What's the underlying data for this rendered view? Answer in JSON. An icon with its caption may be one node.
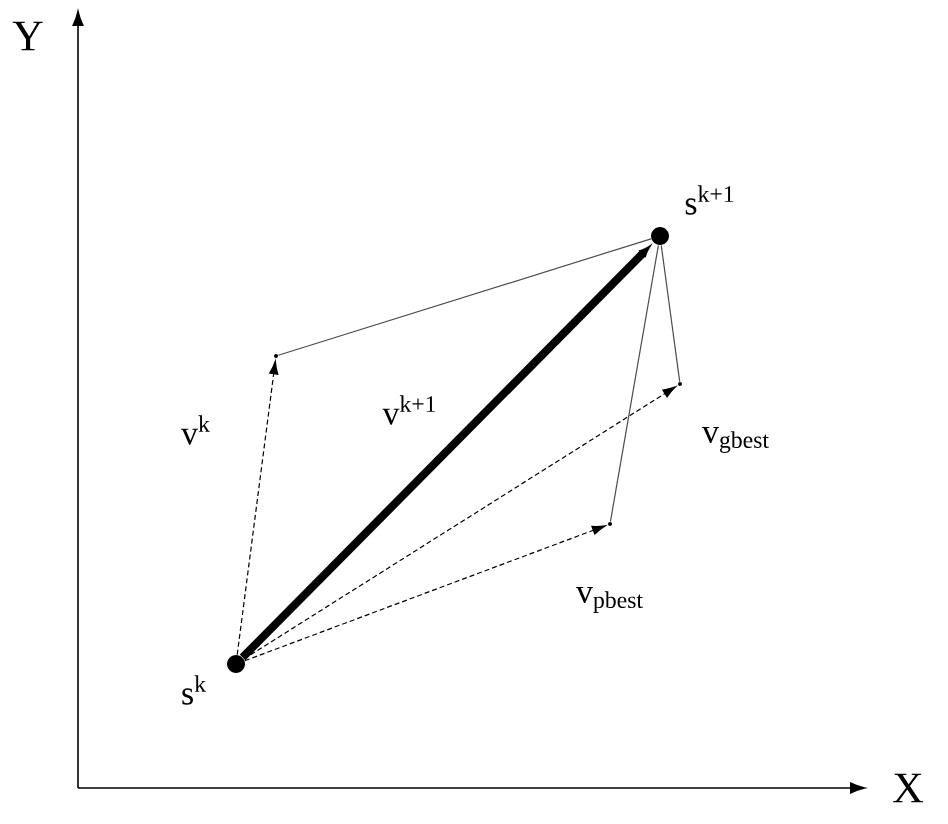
{
  "diagram": {
    "nodes": [
      {
        "text": [],
        "shape": "circle",
        "beside": [
          "s$^{k}$"
        ]
      },
      {
        "text": [],
        "shape": "circle",
        "beside": [
          "s$^{k+1}$"
        ]
      },
      {
        "text": [],
        "shape": "point"
      },
      {
        "text": [],
        "shape": "point"
      },
      {
        "text": [],
        "shape": "point"
      }
    ],
    "edges": [
      {
        "from": 0,
        "to": 1,
        "arrow": "to",
        "style": "thick",
        "label": "v$^{k+1}$"
      },
      {
        "from": 0,
        "to": 2,
        "arrow": "to",
        "style": "dashed",
        "label": "v$^{k}$"
      },
      {
        "from": 2,
        "to": 1,
        "arrow": "none"
      },
      {
        "from": 0,
        "to": 3,
        "arrow": "to",
        "style": "dashed",
        "label": "v$_{gbest}$"
      },
      {
        "from": 1,
        "to": 3,
        "arrow": "none"
      },
      {
        "from": 0,
        "to": 4,
        "arrow": "to",
        "style": "dashed",
        "label": "v$_{pbest}$"
      },
      {
        "from": 4,
        "to": 1,
        "arrow": "none"
      }
    ],
    "labels": [
      "Y",
      "X"
    ]
  }
}
